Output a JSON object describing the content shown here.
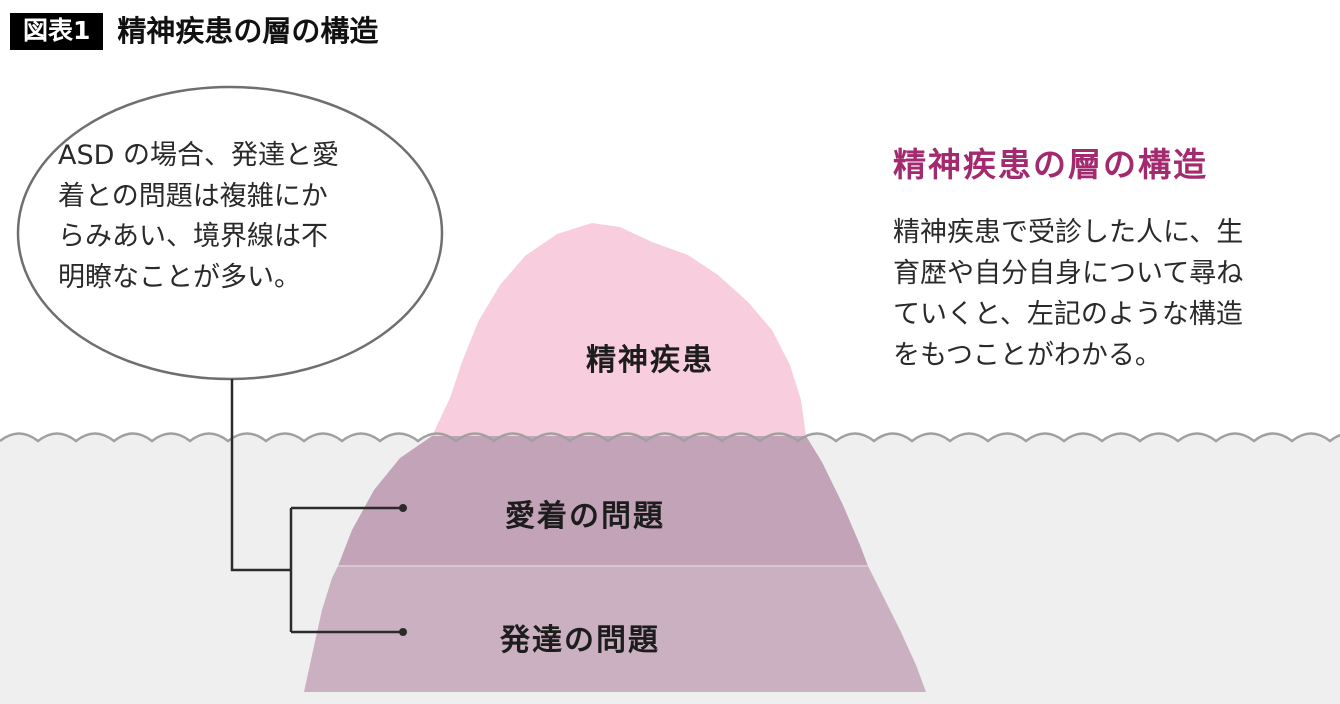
{
  "figure": {
    "badge": "図表1",
    "title": "精神疾患の層の構造"
  },
  "speech_bubble": {
    "text": "ASD の場合、発達と愛\n着との問題は複雑にか\nらみあい、境界線は不\n明瞭なことが多い。"
  },
  "iceberg": {
    "layers": [
      {
        "label": "精神疾患"
      },
      {
        "label": "愛着の問題"
      },
      {
        "label": "発達の問題"
      }
    ]
  },
  "side_panel": {
    "heading": "精神疾患の層の構造",
    "body": "精神疾患で受診した人に、生\n育歴や自分自身について尋ね\nていくと、左記のような構造\nをもつことがわかる。"
  },
  "colors": {
    "accent_heading": "#a32a6e",
    "iceberg_tip": "#f8cdde",
    "iceberg_middle": "#c3a3b8",
    "iceberg_bottom": "#cab0c0",
    "water": "#f0eff0",
    "wave_line": "#a0a0a0",
    "connector_line": "#2b2b2b"
  }
}
